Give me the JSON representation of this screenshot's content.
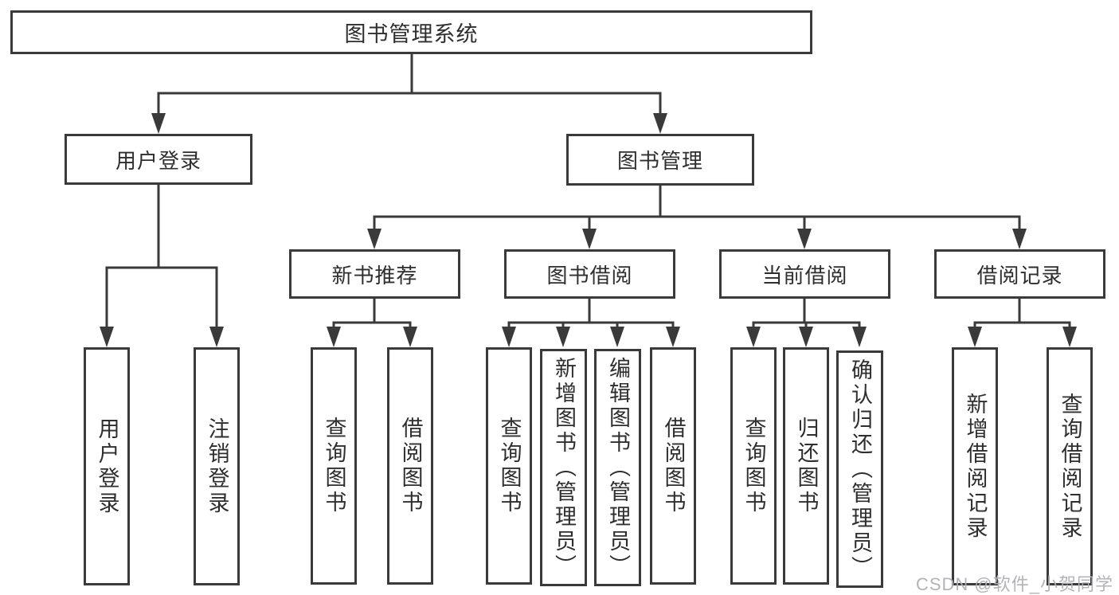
{
  "diagram": {
    "root_label": "图书管理系统",
    "branches": [
      {
        "label": "用户登录",
        "children": [
          "用户登录",
          "注销登录"
        ]
      },
      {
        "label": "图书管理",
        "sections": [
          {
            "label": "新书推荐",
            "children": [
              "查询图书",
              "借阅图书"
            ]
          },
          {
            "label": "图书借阅",
            "children": [
              "查询图书",
              "新增图书（管理员）",
              "编辑图书（管理员）",
              "借阅图书"
            ]
          },
          {
            "label": "当前借阅",
            "children": [
              "查询图书",
              "归还图书",
              "确认归还（管理员）"
            ]
          },
          {
            "label": "借阅记录",
            "children": [
              "新增借阅记录",
              "查询借阅记录"
            ]
          }
        ]
      }
    ]
  },
  "watermark": {
    "text": "CSDN @软件_小贺同学"
  },
  "colors": {
    "line": "#3a3a3a",
    "text": "#2e2e2e",
    "watermark": "#afafb4"
  }
}
